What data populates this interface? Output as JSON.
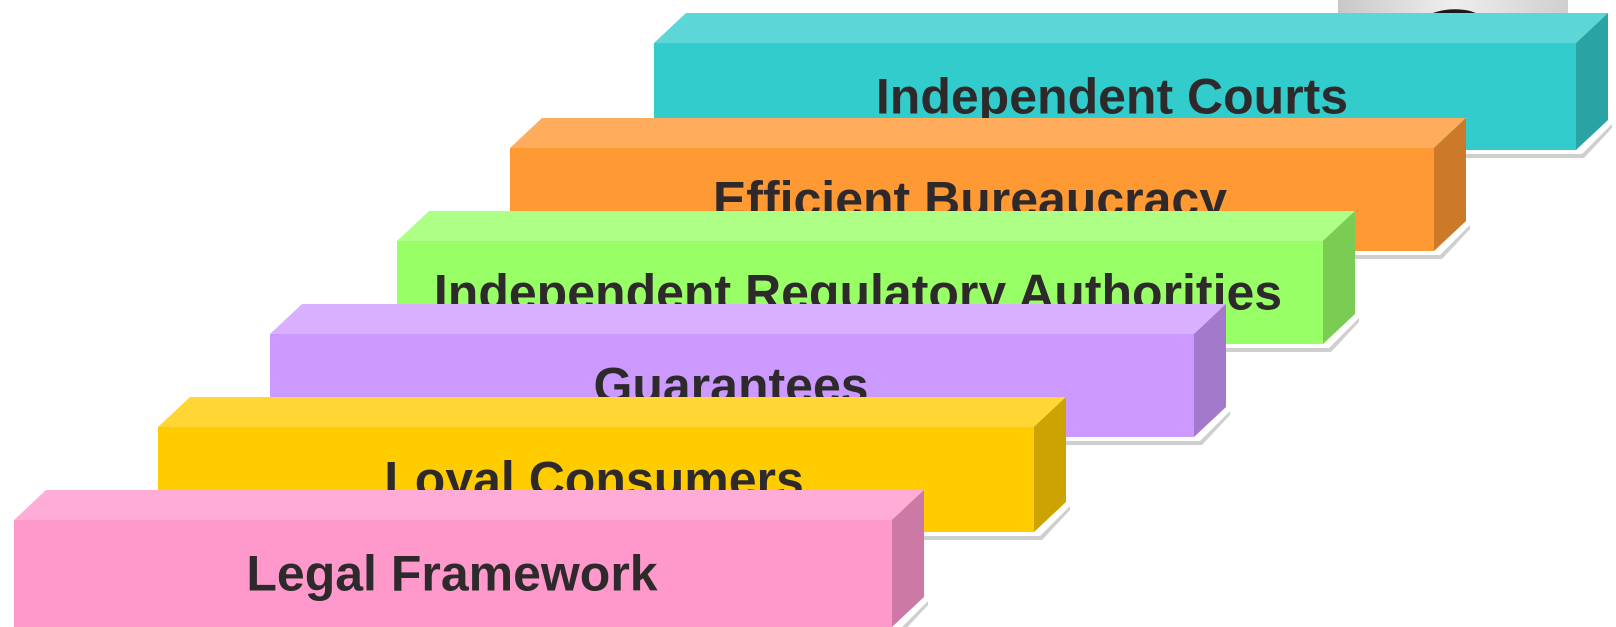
{
  "diagram": {
    "steps": [
      {
        "label": "Legal Framework",
        "face_color": "#ff99cc",
        "top_color": "#ffadd6",
        "side_color": "#cc79a6"
      },
      {
        "label": "Loyal Consumers",
        "face_color": "#ffcc00",
        "top_color": "#ffd633",
        "side_color": "#cca300"
      },
      {
        "label": "Guarantees",
        "face_color": "#cc99ff",
        "top_color": "#d9b0ff",
        "side_color": "#a379cc"
      },
      {
        "label": "Independent Regulatory Authorities",
        "face_color": "#99ff66",
        "top_color": "#adff85",
        "side_color": "#7acc52"
      },
      {
        "label": "Efficient Bureaucracy",
        "face_color": "#ff9933",
        "top_color": "#ffad5c",
        "side_color": "#cc7a29"
      },
      {
        "label": "Independent Courts",
        "face_color": "#33cccc",
        "top_color": "#5cd6d6",
        "side_color": "#29a3a3"
      }
    ],
    "corner_image": {
      "icon": "gavel-photo-fragment"
    }
  }
}
